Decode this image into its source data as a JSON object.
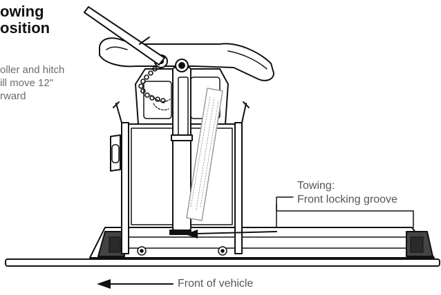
{
  "heading": {
    "text": "owing\nosition"
  },
  "description": {
    "text": "oller and hitch\nill move 12\"\nrward"
  },
  "callouts": {
    "groove": "Towing:\nFront locking groove",
    "front": "Front of vehicle"
  },
  "colors": {
    "line": "#111111",
    "text_dark": "#111111",
    "text_gray": "#6b6b6b"
  },
  "icons": {
    "front_arrow": "arrow-left-icon",
    "groove_arrow": "arrow-left-icon"
  }
}
